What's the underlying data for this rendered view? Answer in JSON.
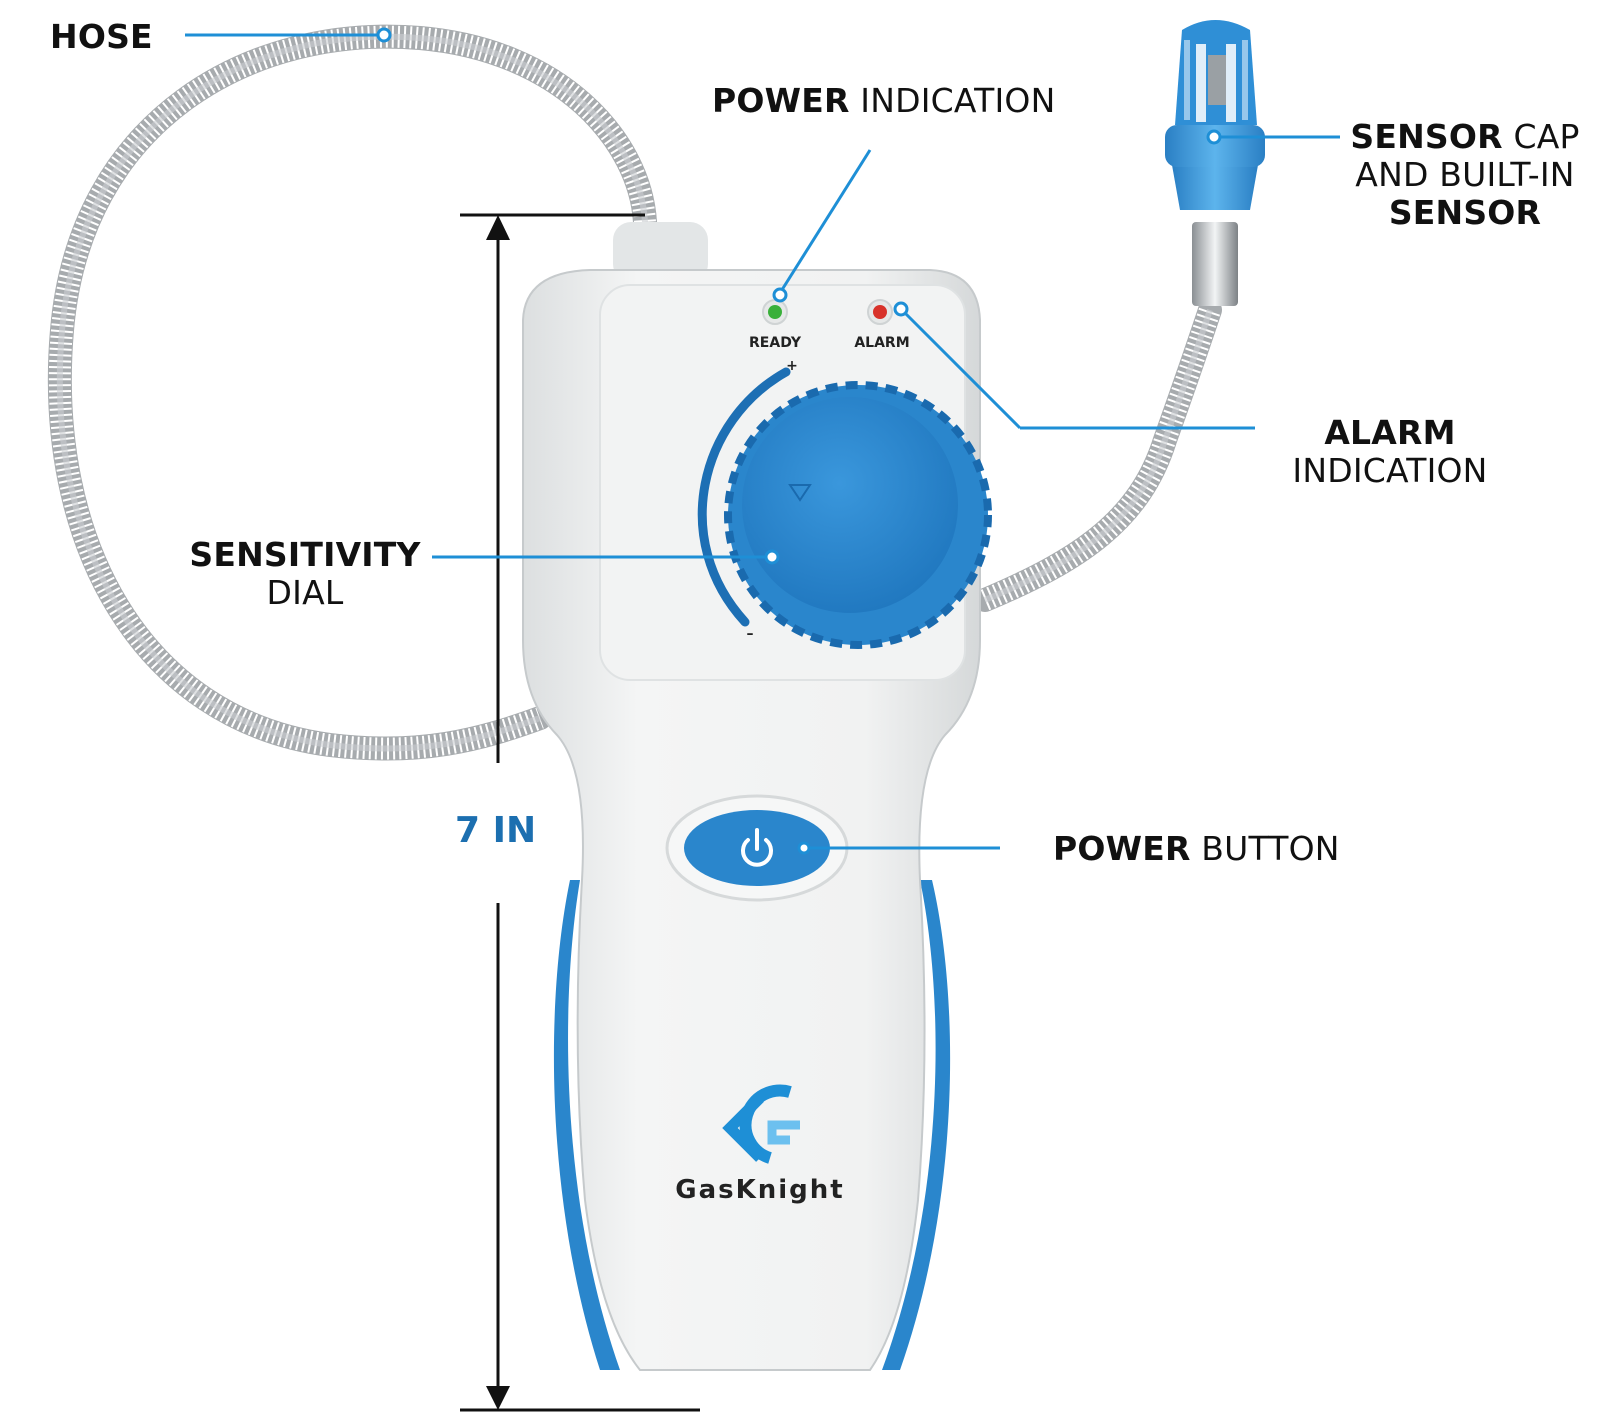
{
  "labels": {
    "hose": {
      "bold": "HOSE",
      "light": ""
    },
    "power_indication": {
      "bold": "POWER",
      "light": " INDICATION"
    },
    "sensor_line1_bold": "SENSOR",
    "sensor_line1_light": " CAP",
    "sensor_line2": "AND BUILT-IN",
    "sensor_line3": "SENSOR",
    "alarm_bold": "ALARM",
    "alarm_light": "INDICATION",
    "sensitivity_bold": "SENSITIVITY",
    "sensitivity_light": "DIAL",
    "power_button_bold": "POWER",
    "power_button_light": " BUTTON"
  },
  "dimension": {
    "value": "7 IN"
  },
  "device": {
    "ready_label": "READY",
    "alarm_label": "ALARM",
    "dial_plus": "+",
    "dial_minus": "–",
    "brand": "GasKnight"
  },
  "colors": {
    "accent": "#1e8fd6",
    "device_blue": "#2a86cc",
    "body": "#eef0f0",
    "dimension": "#1c6fb0",
    "ready_led": "#39b03a",
    "alarm_led": "#d8322a"
  }
}
